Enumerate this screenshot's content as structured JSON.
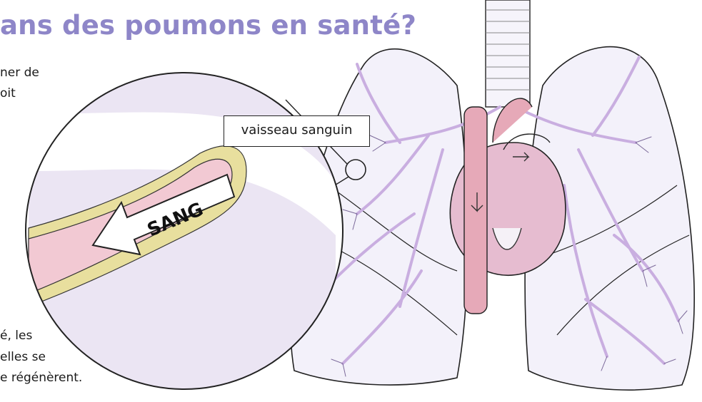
{
  "title": "ans des poumons en santé?",
  "intro_lines": [
    "ner de",
    "oit"
  ],
  "outro_lines": [
    "é, les",
    "elles se",
    "e régénèrent."
  ],
  "label": "vaisseau sanguin",
  "arrow_text": "SANG",
  "colors": {
    "title": "#8e86c8",
    "lung_outline": "#222222",
    "lung_fill": "#f3f1fa",
    "airway": "#c9aee0",
    "vessel_wall": "#e8df9e",
    "vessel_inner": "#f2c9d3",
    "heart": "#e6bcd0"
  }
}
